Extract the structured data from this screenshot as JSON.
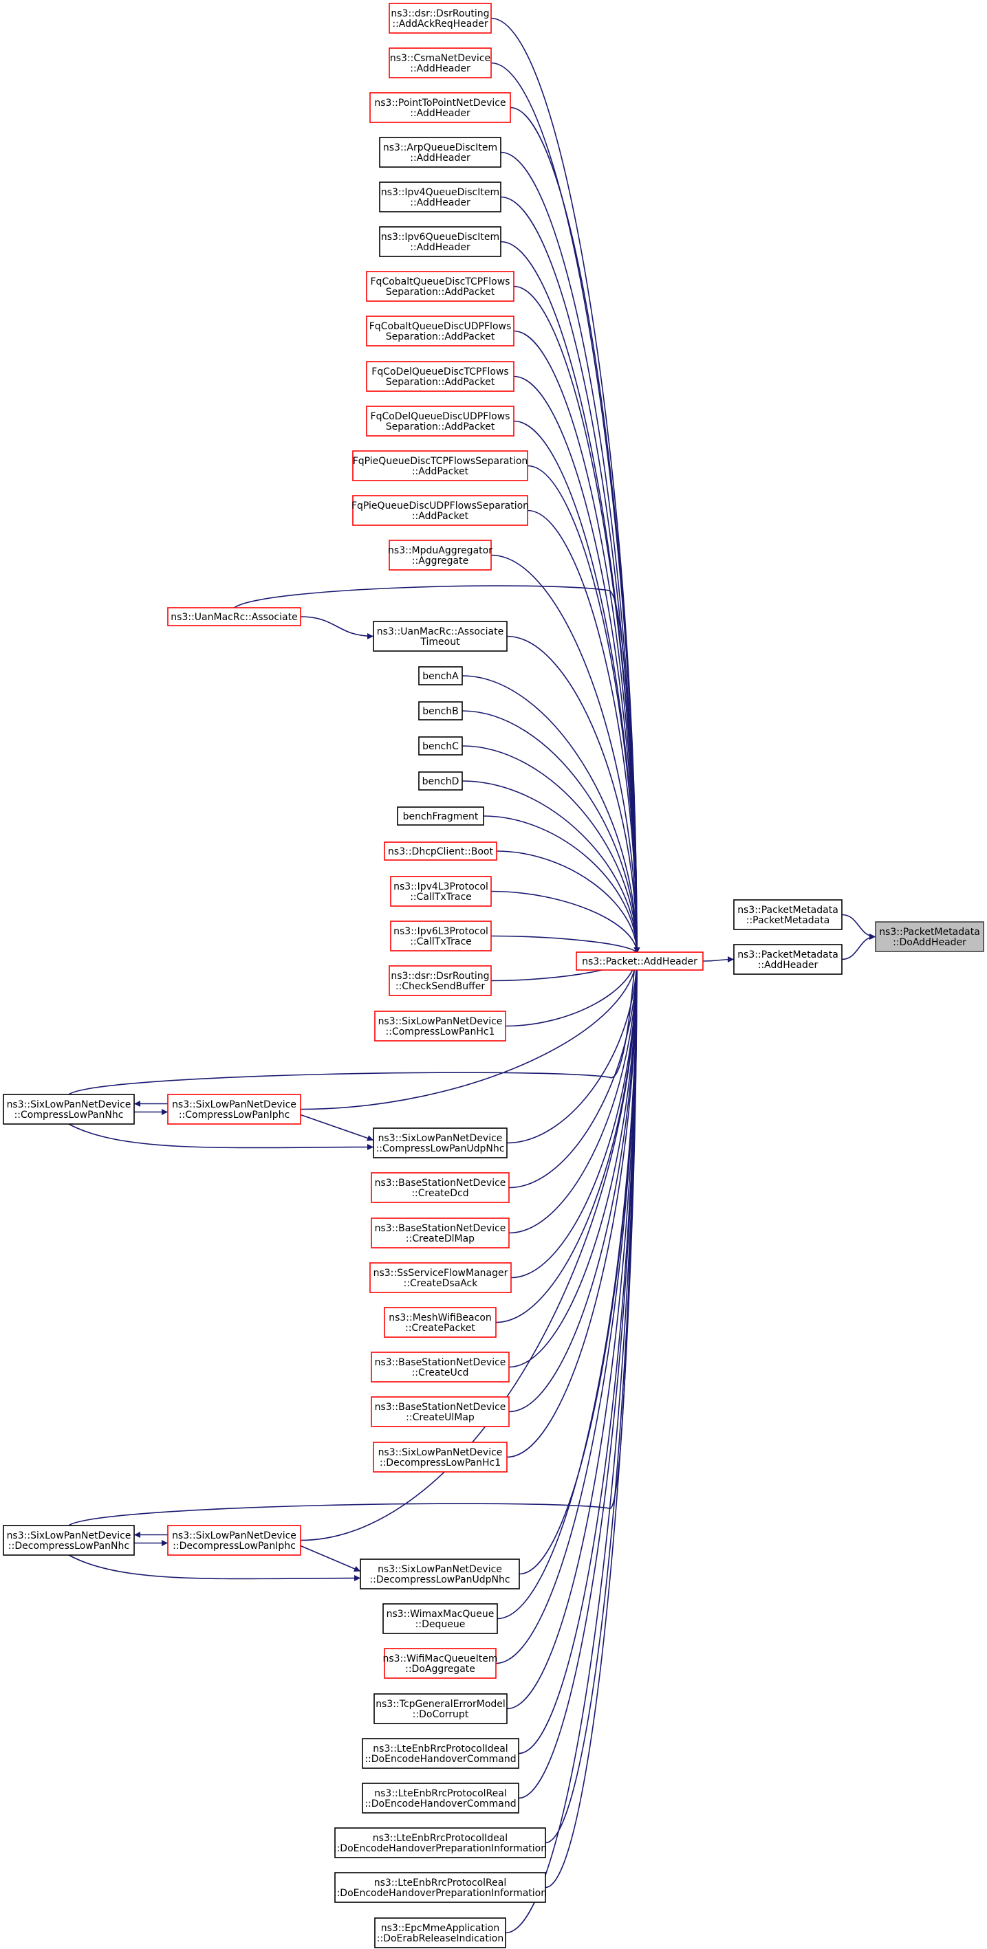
{
  "colors": {
    "edge": "#191970",
    "linked_border": "#ff0000",
    "plain_border": "#000000",
    "focus_fill": "#bfbfbf",
    "focus_border": "#404040"
  },
  "focus": {
    "lines": [
      "ns3::PacketMetadata",
      "::DoAddHeader"
    ]
  },
  "direct_callers": [
    {
      "id": "pm_ctor",
      "lines": [
        "ns3::PacketMetadata",
        "::PacketMetadata"
      ],
      "linked": false
    },
    {
      "id": "pm_addheader",
      "lines": [
        "ns3::PacketMetadata",
        "::AddHeader"
      ],
      "linked": false
    }
  ],
  "hub": {
    "id": "packet_addheader",
    "lines": [
      "ns3::Packet::AddHeader"
    ],
    "linked": true
  },
  "hub_callers": [
    {
      "id": "n00",
      "lines": [
        "ns3::dsr::DsrRouting",
        "::AddAckReqHeader"
      ],
      "linked": true
    },
    {
      "id": "n01",
      "lines": [
        "ns3::CsmaNetDevice",
        "::AddHeader"
      ],
      "linked": true
    },
    {
      "id": "n02",
      "lines": [
        "ns3::PointToPointNetDevice",
        "::AddHeader"
      ],
      "linked": true
    },
    {
      "id": "n03",
      "lines": [
        "ns3::ArpQueueDiscItem",
        "::AddHeader"
      ],
      "linked": false
    },
    {
      "id": "n04",
      "lines": [
        "ns3::Ipv4QueueDiscItem",
        "::AddHeader"
      ],
      "linked": false
    },
    {
      "id": "n05",
      "lines": [
        "ns3::Ipv6QueueDiscItem",
        "::AddHeader"
      ],
      "linked": false
    },
    {
      "id": "n06",
      "lines": [
        "FqCobaltQueueDiscTCPFlows",
        "Separation::AddPacket"
      ],
      "linked": true
    },
    {
      "id": "n07",
      "lines": [
        "FqCobaltQueueDiscUDPFlows",
        "Separation::AddPacket"
      ],
      "linked": true
    },
    {
      "id": "n08",
      "lines": [
        "FqCoDelQueueDiscTCPFlows",
        "Separation::AddPacket"
      ],
      "linked": true
    },
    {
      "id": "n09",
      "lines": [
        "FqCoDelQueueDiscUDPFlows",
        "Separation::AddPacket"
      ],
      "linked": true
    },
    {
      "id": "n10",
      "lines": [
        "FqPieQueueDiscTCPFlowsSeparation",
        "::AddPacket"
      ],
      "linked": true
    },
    {
      "id": "n11",
      "lines": [
        "FqPieQueueDiscUDPFlowsSeparation",
        "::AddPacket"
      ],
      "linked": true
    },
    {
      "id": "n12",
      "lines": [
        "ns3::MpduAggregator",
        "::Aggregate"
      ],
      "linked": true
    },
    {
      "id": "n13",
      "lines": [
        "ns3::UanMacRc::Associate"
      ],
      "linked": true
    },
    {
      "id": "n14",
      "lines": [
        "ns3::UanMacRc::Associate",
        "Timeout"
      ],
      "linked": false
    },
    {
      "id": "n15",
      "lines": [
        "benchA"
      ],
      "linked": false
    },
    {
      "id": "n16",
      "lines": [
        "benchB"
      ],
      "linked": false
    },
    {
      "id": "n17",
      "lines": [
        "benchC"
      ],
      "linked": false
    },
    {
      "id": "n18",
      "lines": [
        "benchD"
      ],
      "linked": false
    },
    {
      "id": "n19",
      "lines": [
        "benchFragment"
      ],
      "linked": false
    },
    {
      "id": "n20",
      "lines": [
        "ns3::DhcpClient::Boot"
      ],
      "linked": true
    },
    {
      "id": "n21",
      "lines": [
        "ns3::Ipv4L3Protocol",
        "::CallTxTrace"
      ],
      "linked": true
    },
    {
      "id": "n22",
      "lines": [
        "ns3::Ipv6L3Protocol",
        "::CallTxTrace"
      ],
      "linked": true
    },
    {
      "id": "n23",
      "lines": [
        "ns3::dsr::DsrRouting",
        "::CheckSendBuffer"
      ],
      "linked": true
    },
    {
      "id": "n24",
      "lines": [
        "ns3::SixLowPanNetDevice",
        "::CompressLowPanHc1"
      ],
      "linked": true
    },
    {
      "id": "n25",
      "lines": [
        "ns3::SixLowPanNetDevice",
        "::CompressLowPanNhc"
      ],
      "linked": false
    },
    {
      "id": "n26",
      "lines": [
        "ns3::SixLowPanNetDevice",
        "::CompressLowPanIphc"
      ],
      "linked": true
    },
    {
      "id": "n27",
      "lines": [
        "ns3::SixLowPanNetDevice",
        "::CompressLowPanUdpNhc"
      ],
      "linked": false
    },
    {
      "id": "n28",
      "lines": [
        "ns3::BaseStationNetDevice",
        "::CreateDcd"
      ],
      "linked": true
    },
    {
      "id": "n29",
      "lines": [
        "ns3::BaseStationNetDevice",
        "::CreateDlMap"
      ],
      "linked": true
    },
    {
      "id": "n30",
      "lines": [
        "ns3::SsServiceFlowManager",
        "::CreateDsaAck"
      ],
      "linked": true
    },
    {
      "id": "n31",
      "lines": [
        "ns3::MeshWifiBeacon",
        "::CreatePacket"
      ],
      "linked": true
    },
    {
      "id": "n32",
      "lines": [
        "ns3::BaseStationNetDevice",
        "::CreateUcd"
      ],
      "linked": true
    },
    {
      "id": "n33",
      "lines": [
        "ns3::BaseStationNetDevice",
        "::CreateUlMap"
      ],
      "linked": true
    },
    {
      "id": "n34",
      "lines": [
        "ns3::SixLowPanNetDevice",
        "::DecompressLowPanHc1"
      ],
      "linked": true
    },
    {
      "id": "n35",
      "lines": [
        "ns3::SixLowPanNetDevice",
        "::DecompressLowPanNhc"
      ],
      "linked": false
    },
    {
      "id": "n36",
      "lines": [
        "ns3::SixLowPanNetDevice",
        "::DecompressLowPanIphc"
      ],
      "linked": true
    },
    {
      "id": "n37",
      "lines": [
        "ns3::SixLowPanNetDevice",
        "::DecompressLowPanUdpNhc"
      ],
      "linked": false
    },
    {
      "id": "n38",
      "lines": [
        "ns3::WimaxMacQueue",
        "::Dequeue"
      ],
      "linked": false
    },
    {
      "id": "n39",
      "lines": [
        "ns3::WifiMacQueueItem",
        "::DoAggregate"
      ],
      "linked": true
    },
    {
      "id": "n40",
      "lines": [
        "ns3::TcpGeneralErrorModel",
        "::DoCorrupt"
      ],
      "linked": false
    },
    {
      "id": "n41",
      "lines": [
        "ns3::LteEnbRrcProtocolIdeal",
        "::DoEncodeHandoverCommand"
      ],
      "linked": false
    },
    {
      "id": "n42",
      "lines": [
        "ns3::LteEnbRrcProtocolReal",
        "::DoEncodeHandoverCommand"
      ],
      "linked": false
    },
    {
      "id": "n43",
      "lines": [
        "ns3::LteEnbRrcProtocolIdeal",
        "::DoEncodeHandoverPreparationInformation"
      ],
      "linked": false
    },
    {
      "id": "n44",
      "lines": [
        "ns3::LteEnbRrcProtocolReal",
        "::DoEncodeHandoverPreparationInformation"
      ],
      "linked": false
    },
    {
      "id": "n45",
      "lines": [
        "ns3::EpcMmeApplication",
        "::DoErabReleaseIndication"
      ],
      "linked": false
    }
  ],
  "edges": [
    [
      "pm_ctor",
      "focus"
    ],
    [
      "pm_addheader",
      "focus"
    ],
    [
      "packet_addheader",
      "pm_addheader"
    ],
    [
      "n00",
      "packet_addheader"
    ],
    [
      "n01",
      "packet_addheader"
    ],
    [
      "n02",
      "packet_addheader"
    ],
    [
      "n03",
      "packet_addheader"
    ],
    [
      "n04",
      "packet_addheader"
    ],
    [
      "n05",
      "packet_addheader"
    ],
    [
      "n06",
      "packet_addheader"
    ],
    [
      "n07",
      "packet_addheader"
    ],
    [
      "n08",
      "packet_addheader"
    ],
    [
      "n09",
      "packet_addheader"
    ],
    [
      "n10",
      "packet_addheader"
    ],
    [
      "n11",
      "packet_addheader"
    ],
    [
      "n12",
      "packet_addheader"
    ],
    [
      "n13",
      "packet_addheader"
    ],
    [
      "n13",
      "n14"
    ],
    [
      "n14",
      "packet_addheader"
    ],
    [
      "n15",
      "packet_addheader"
    ],
    [
      "n16",
      "packet_addheader"
    ],
    [
      "n17",
      "packet_addheader"
    ],
    [
      "n18",
      "packet_addheader"
    ],
    [
      "n19",
      "packet_addheader"
    ],
    [
      "n20",
      "packet_addheader"
    ],
    [
      "n21",
      "packet_addheader"
    ],
    [
      "n22",
      "packet_addheader"
    ],
    [
      "n23",
      "packet_addheader"
    ],
    [
      "n24",
      "packet_addheader"
    ],
    [
      "n25",
      "packet_addheader"
    ],
    [
      "n26",
      "n25"
    ],
    [
      "n25",
      "n26"
    ],
    [
      "n26",
      "packet_addheader"
    ],
    [
      "n26",
      "n27"
    ],
    [
      "n25",
      "n27"
    ],
    [
      "n27",
      "packet_addheader"
    ],
    [
      "n28",
      "packet_addheader"
    ],
    [
      "n29",
      "packet_addheader"
    ],
    [
      "n30",
      "packet_addheader"
    ],
    [
      "n31",
      "packet_addheader"
    ],
    [
      "n32",
      "packet_addheader"
    ],
    [
      "n33",
      "packet_addheader"
    ],
    [
      "n34",
      "packet_addheader"
    ],
    [
      "n35",
      "packet_addheader"
    ],
    [
      "n36",
      "n35"
    ],
    [
      "n35",
      "n36"
    ],
    [
      "n36",
      "packet_addheader"
    ],
    [
      "n36",
      "n37"
    ],
    [
      "n35",
      "n37"
    ],
    [
      "n37",
      "packet_addheader"
    ],
    [
      "n38",
      "packet_addheader"
    ],
    [
      "n39",
      "packet_addheader"
    ],
    [
      "n40",
      "packet_addheader"
    ],
    [
      "n41",
      "packet_addheader"
    ],
    [
      "n42",
      "packet_addheader"
    ],
    [
      "n43",
      "packet_addheader"
    ],
    [
      "n44",
      "packet_addheader"
    ],
    [
      "n45",
      "packet_addheader"
    ]
  ]
}
